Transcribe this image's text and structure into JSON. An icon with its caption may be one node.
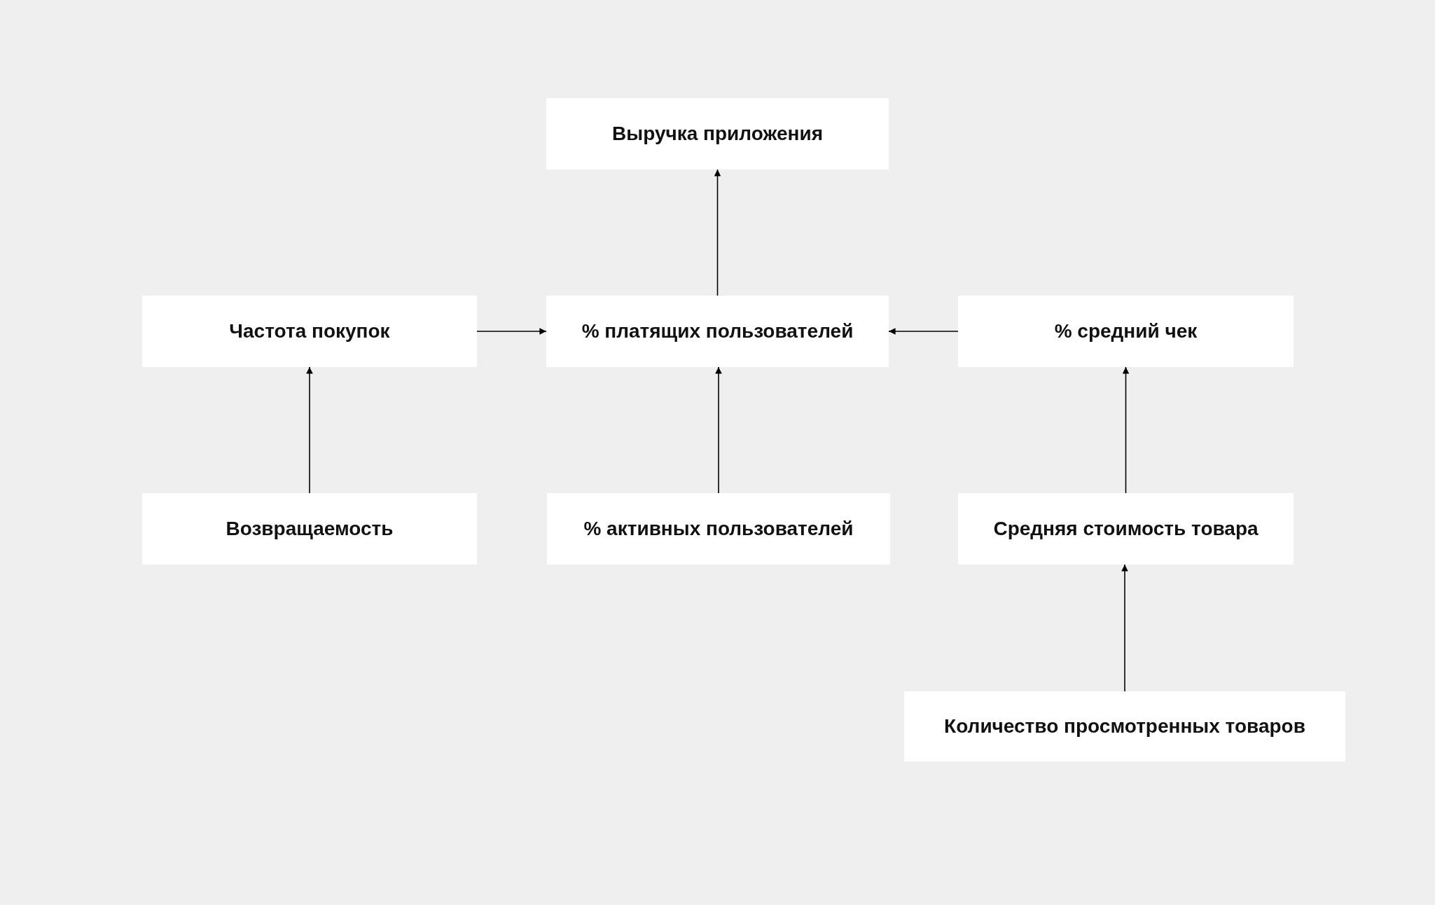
{
  "diagram": {
    "nodes": [
      {
        "text": [
          "Выручка приложения"
        ]
      },
      {
        "text": [
          "Частота покупок"
        ]
      },
      {
        "text": [
          "% платящих пользователей"
        ]
      },
      {
        "text": [
          "% средний чек"
        ]
      },
      {
        "text": [
          "Возвращаемость"
        ]
      },
      {
        "text": [
          "% активных пользователей"
        ]
      },
      {
        "text": [
          "Средняя стоимость товара"
        ]
      },
      {
        "text": [
          "Количество просмотренных товаров"
        ]
      }
    ],
    "edges": [
      {
        "from": 2,
        "to": 0,
        "arrow": "to"
      },
      {
        "from": 1,
        "to": 2,
        "arrow": "to"
      },
      {
        "from": 3,
        "to": 2,
        "arrow": "to"
      },
      {
        "from": 4,
        "to": 1,
        "arrow": "to"
      },
      {
        "from": 5,
        "to": 2,
        "arrow": "to"
      },
      {
        "from": 6,
        "to": 3,
        "arrow": "to"
      },
      {
        "from": 7,
        "to": 6,
        "arrow": "to"
      }
    ]
  }
}
